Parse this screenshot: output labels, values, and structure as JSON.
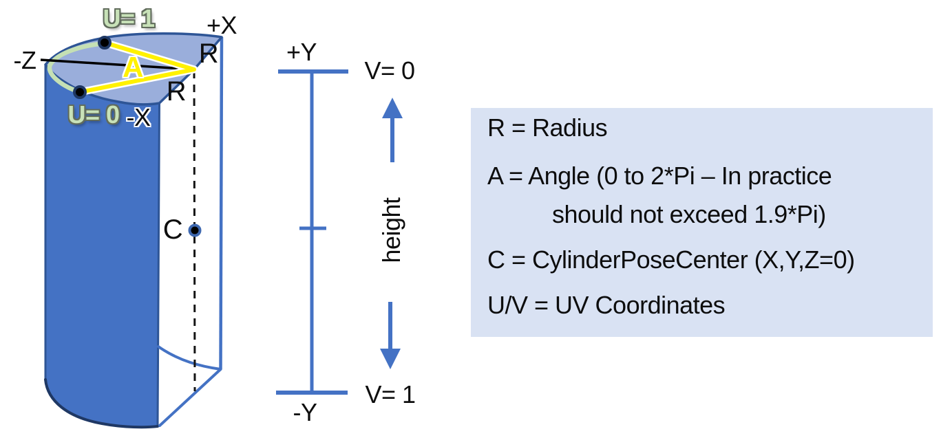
{
  "cylinder": {
    "labels": {
      "u1": "U= 1",
      "u0": "U= 0",
      "plus_x": "+X",
      "minus_x": "-X",
      "minus_z": "-Z",
      "radius_top": "R",
      "radius_front": "R",
      "angle": "A",
      "center": "C"
    }
  },
  "axis": {
    "plus_y": "+Y",
    "minus_y": "-Y",
    "v_top": "V= 0",
    "v_bottom": "V= 1",
    "height": "height"
  },
  "legend": {
    "lines": [
      "R = Radius",
      "A = Angle (0 to 2*Pi – In practice",
      "should not exceed 1.9*Pi)",
      "C = CylinderPoseCenter (X,Y,Z=0)",
      "U/V = UV Coordinates"
    ]
  },
  "colors": {
    "cylinder_side": "#4472C4",
    "cylinder_top": "#9AAEDB",
    "outline_dark": "#2E5596",
    "outline_darker": "#1F3864",
    "accent_blue": "#4472C4",
    "highlight_yellow": "#FFF100",
    "uv_green": "#C5E0B4",
    "legend_bg": "#D9E2F3"
  }
}
